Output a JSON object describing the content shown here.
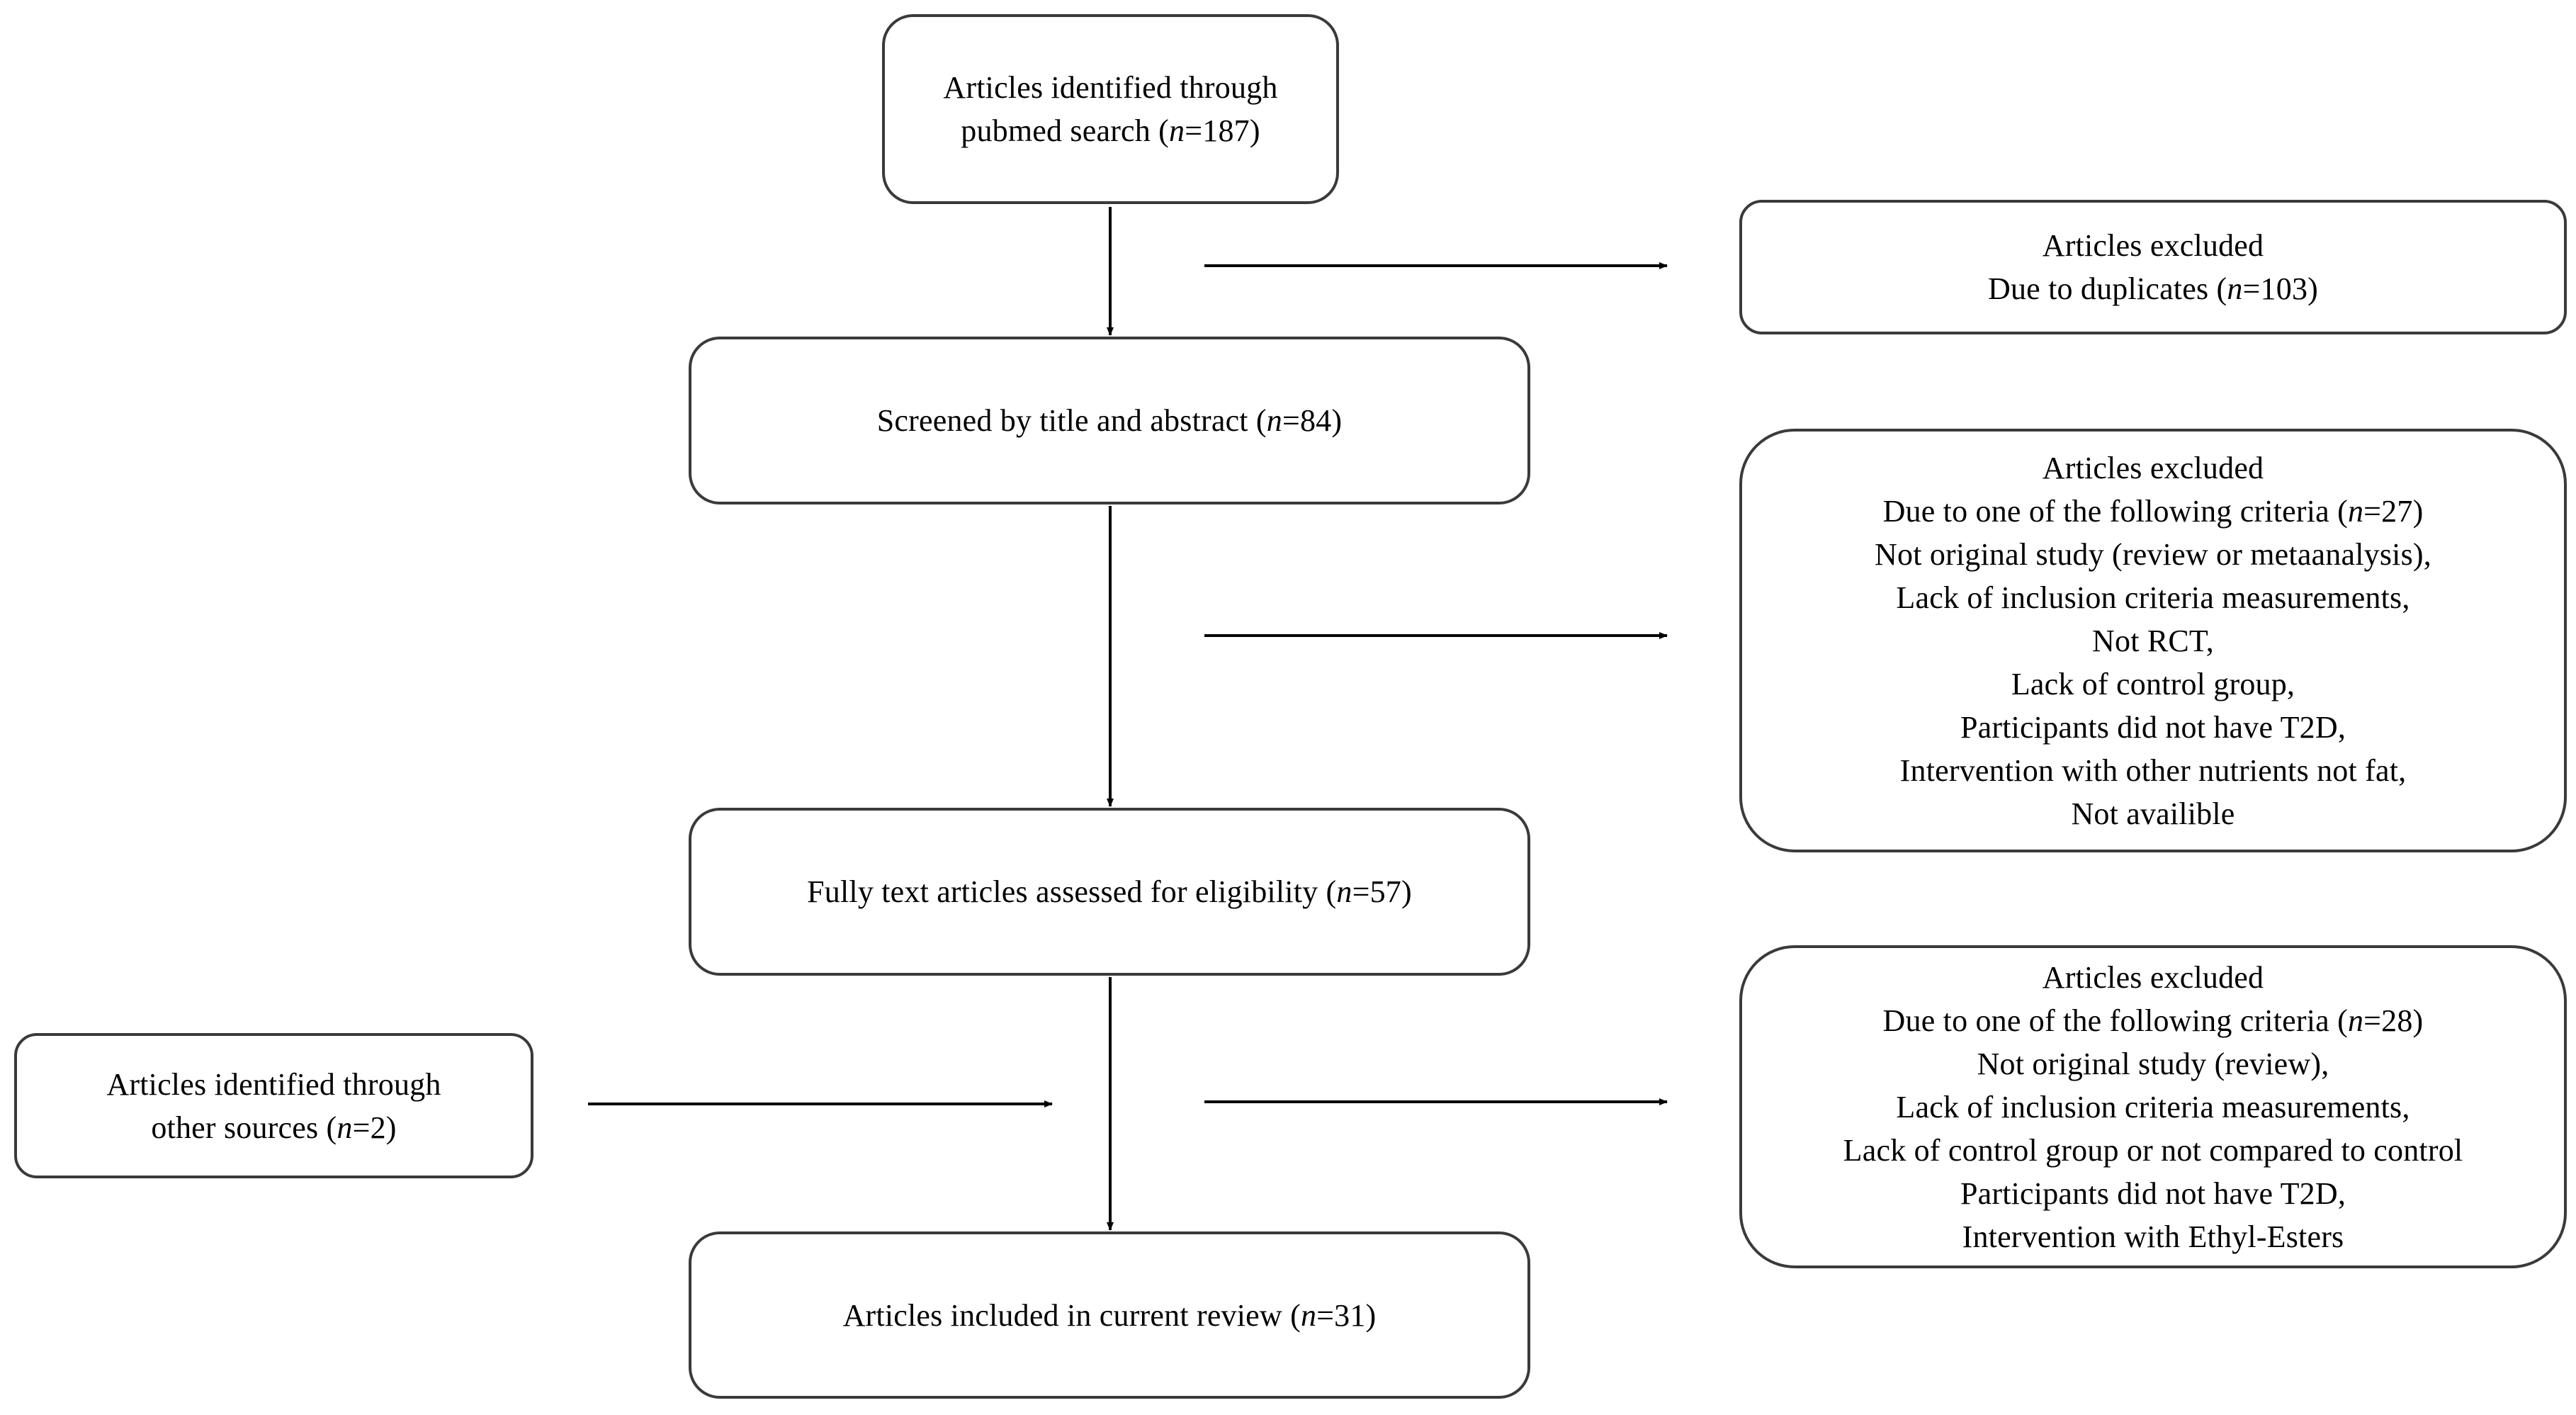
{
  "nodes": {
    "pubmed": {
      "lines": [
        {
          "text": "Articles  identified  through"
        },
        {
          "text": "pubmed  search  (",
          "italic": "n",
          "after": "=187)"
        }
      ]
    },
    "duplicates": {
      "lines": [
        {
          "text": "Articles  excluded"
        },
        {
          "text": "Due to duplicates  (",
          "italic": "n",
          "after": "=103)"
        }
      ]
    },
    "screened": {
      "lines": [
        {
          "text": "Screened by title  and abstract  (",
          "italic": "n",
          "after": "=84)"
        }
      ]
    },
    "excluded_screening": {
      "lines": [
        {
          "text": "Articles  excluded"
        },
        {
          "text": "Due to one of the following  criteria  (",
          "italic": "n",
          "after": "=27)"
        },
        {
          "text": "Not original  study  (review  or metaanalysis),"
        },
        {
          "text": "Lack of inclusion  criteria  measurements,"
        },
        {
          "text": "Not RCT,"
        },
        {
          "text": "Lack of control  group,"
        },
        {
          "text": "Participants  did not have  T2D,"
        },
        {
          "text": "Intervention  with  other nutrients  not fat,"
        },
        {
          "text": "Not availible"
        }
      ]
    },
    "full_text": {
      "lines": [
        {
          "text": "Fully  text articles  assessed for eligibility  (",
          "italic": "n",
          "after": "=57)"
        }
      ]
    },
    "other_sources": {
      "lines": [
        {
          "text": "Articles  identified  through"
        },
        {
          "text": "other sources  (",
          "italic": "n",
          "after": "=2)"
        }
      ]
    },
    "excluded_full_text": {
      "lines": [
        {
          "text": "Articles  excluded"
        },
        {
          "text": "Due to one of the following  criteria  (",
          "italic": "n",
          "after": "=28)"
        },
        {
          "text": "Not original  study  (review),"
        },
        {
          "text": "Lack of inclusion  criteria  measurements,"
        },
        {
          "text": "Lack of control  group or not compared to control"
        },
        {
          "text": "Participants  did not have  T2D,"
        },
        {
          "text": "Intervention  with  Ethyl-Esters"
        }
      ]
    },
    "included": {
      "lines": [
        {
          "text": "Articles  included  in current  review  (",
          "italic": "n",
          "after": "=31)"
        }
      ]
    }
  },
  "colors": {
    "border": "#3a3a3a",
    "arrow": "#000000",
    "text": "#000000",
    "background": "#ffffff"
  }
}
